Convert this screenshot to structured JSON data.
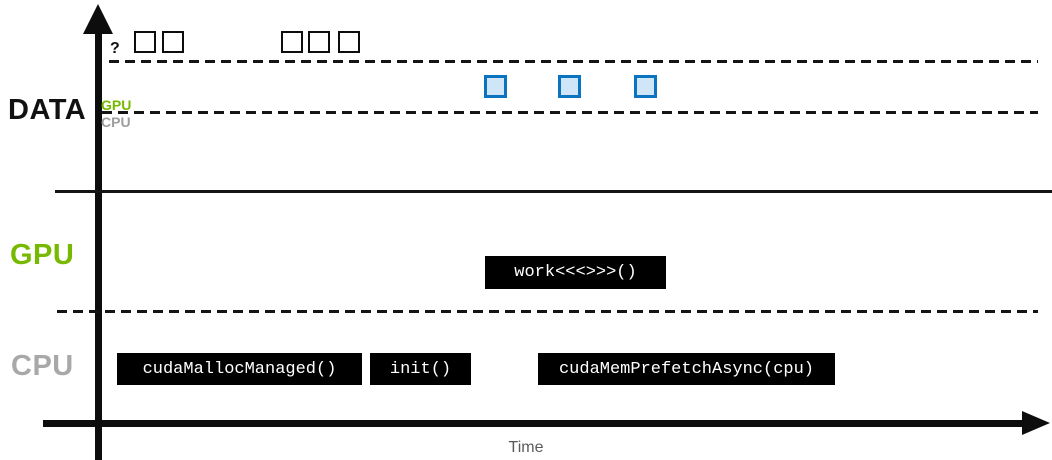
{
  "title": "CUDA unified memory prefetch timeline diagram",
  "colors": {
    "nvidia_green": "#76b900",
    "cpu_gray": "#a8a8a8",
    "axis_black": "#0d0d0d",
    "page_blue_border": "#0b74c0",
    "page_blue_fill": "#cfe6f8",
    "time_gray": "#5a5a5a"
  },
  "axes": {
    "x_label": "Time"
  },
  "data_section": {
    "label": "DATA",
    "row_labels": {
      "gpu": "GPU",
      "cpu": "CPU"
    },
    "unknown_marker": "?",
    "unallocated_page_groups": [
      2,
      3
    ],
    "gpu_resident_pages": 3
  },
  "gpu_section": {
    "label": "GPU",
    "boxes": [
      {
        "label": "work<<<>>>()"
      }
    ]
  },
  "cpu_section": {
    "label": "CPU",
    "boxes": [
      {
        "label": "cudaMallocManaged()"
      },
      {
        "label": "init()"
      },
      {
        "label": "cudaMemPrefetchAsync(cpu)"
      }
    ]
  }
}
